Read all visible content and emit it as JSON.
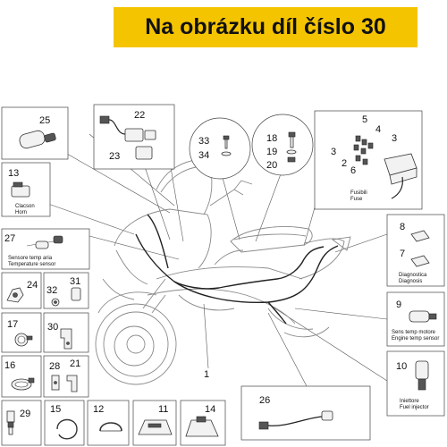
{
  "banner": {
    "text": "Na obrázku díl číslo 30"
  },
  "colors": {
    "banner_bg": "#f5c400",
    "text": "#111111",
    "line": "#555555"
  },
  "labels": {
    "p1": "1",
    "p2": "2",
    "p3a": "3",
    "p3b": "3",
    "p4": "4",
    "p5": "5",
    "p6": "6",
    "p7": "7",
    "p8": "8",
    "p9": "9",
    "p10": "10",
    "p11": "11",
    "p12": "12",
    "p13": "13",
    "p14": "14",
    "p15": "15",
    "p16": "16",
    "p17": "17",
    "p18": "18",
    "p19": "19",
    "p20": "20",
    "p21": "21",
    "p22": "22",
    "p23": "23",
    "p24": "24",
    "p25": "25",
    "p26": "26",
    "p27": "27",
    "p28": "28",
    "p29": "29",
    "p30": "30",
    "p31": "31",
    "p32": "32",
    "p33": "33",
    "p34": "34"
  },
  "captions": {
    "fuse_it": "Fusibili",
    "fuse_en": "Fuse",
    "horn_it": "Clacson",
    "horn_en": "Horn",
    "temp_it": "Sensore temp aria",
    "temp_en": "Temperature sensor",
    "diag_it": "Diagnostica",
    "diag_en": "Diagnosis",
    "engine_it": "Sens temp motore",
    "engine_en": "Engine temp sensor",
    "inj_it": "Iniettore",
    "inj_en": "Fuel injector"
  }
}
